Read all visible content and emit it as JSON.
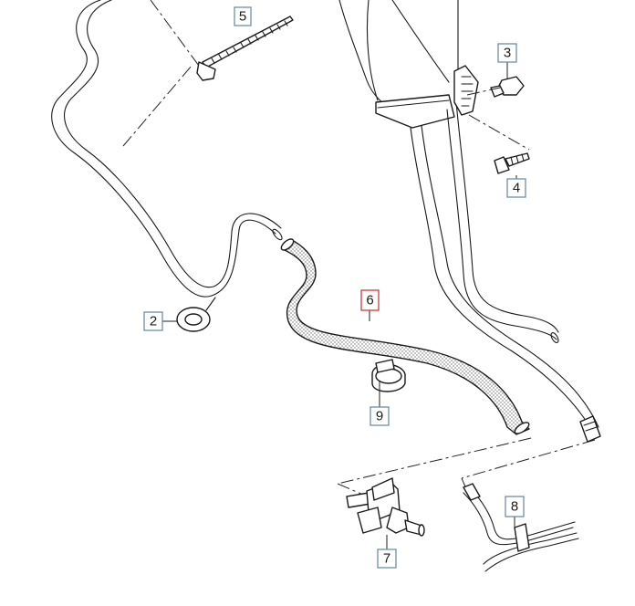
{
  "diagram": {
    "callouts": [
      {
        "id": "5",
        "label": "5"
      },
      {
        "id": "3",
        "label": "3"
      },
      {
        "id": "4",
        "label": "4"
      },
      {
        "id": "2",
        "label": "2"
      },
      {
        "id": "6",
        "label": "6",
        "highlighted": true
      },
      {
        "id": "9",
        "label": "9"
      },
      {
        "id": "8",
        "label": "8"
      },
      {
        "id": "7",
        "label": "7"
      }
    ],
    "colors": {
      "callout_border": "#6f8ea5",
      "highlight_border": "#d23a3a",
      "line": "#1a1a1a",
      "background": "#ffffff"
    }
  }
}
